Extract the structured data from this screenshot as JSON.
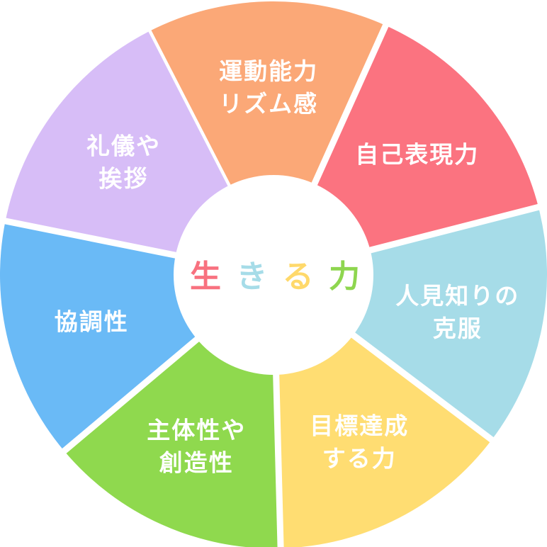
{
  "center": {
    "chars": [
      {
        "text": "生",
        "color": "#F8717F"
      },
      {
        "text": "き",
        "color": "#A6DCE8"
      },
      {
        "text": "る",
        "color": "#FFD96B"
      },
      {
        "text": "力",
        "color": "#8ED64F"
      }
    ]
  },
  "segments": [
    {
      "id": "motor-rhythm",
      "lines": [
        "運動能力",
        "リズム感"
      ],
      "color": "#FBA877"
    },
    {
      "id": "self-expression",
      "lines": [
        "自己表現力"
      ],
      "color": "#FB7380"
    },
    {
      "id": "overcome-shyness",
      "lines": [
        "人見知りの",
        "克服"
      ],
      "color": "#A6DCE8"
    },
    {
      "id": "goal-achievement",
      "lines": [
        "目標達成",
        "する力"
      ],
      "color": "#FFDD72"
    },
    {
      "id": "initiative-creativity",
      "lines": [
        "主体性や",
        "創造性"
      ],
      "color": "#8FD94E"
    },
    {
      "id": "cooperation",
      "lines": [
        "協調性"
      ],
      "color": "#6ABAF6"
    },
    {
      "id": "manners-greeting",
      "lines": [
        "礼儀や",
        "挨拶"
      ],
      "color": "#D7BDF7"
    }
  ]
}
